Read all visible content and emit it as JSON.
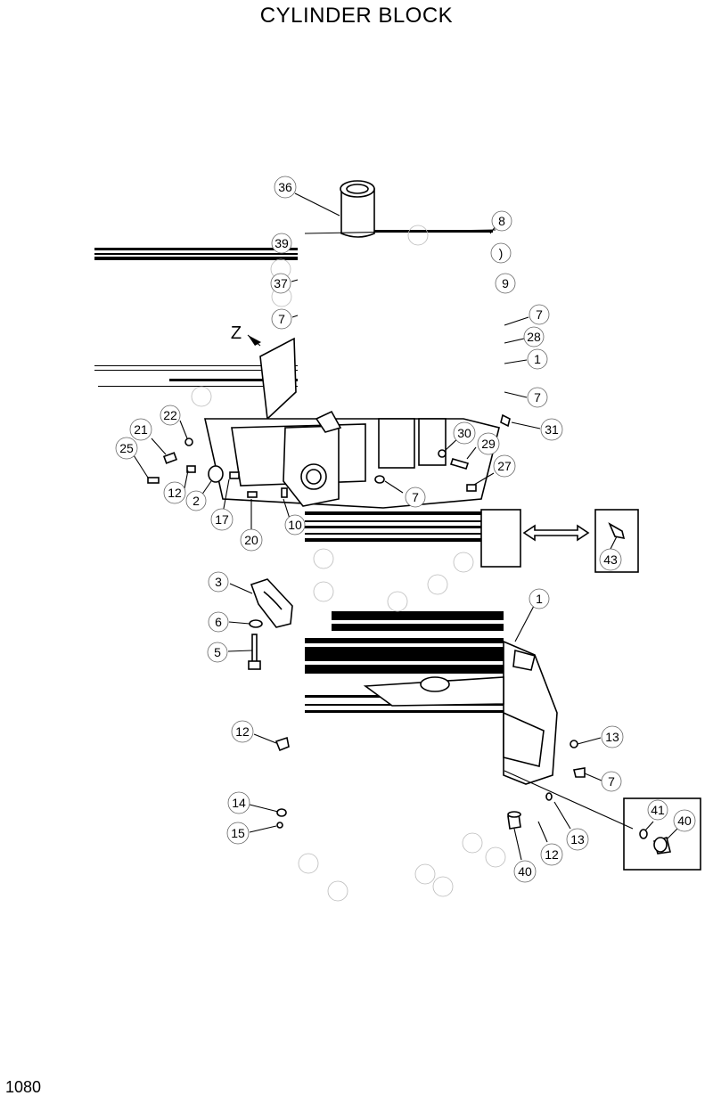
{
  "title": "CYLINDER BLOCK",
  "page_number": "1080",
  "view_marker": "Z",
  "callouts": [
    {
      "id": "c36",
      "label": "36"
    },
    {
      "id": "c8",
      "label": "8"
    },
    {
      "id": "c39",
      "label": "39"
    },
    {
      "id": "c1a",
      "label": ")"
    },
    {
      "id": "c37",
      "label": "37"
    },
    {
      "id": "c9",
      "label": "9"
    },
    {
      "id": "c7a",
      "label": "7"
    },
    {
      "id": "c7b",
      "label": "7"
    },
    {
      "id": "c28",
      "label": "28"
    },
    {
      "id": "c1b",
      "label": "1"
    },
    {
      "id": "c7c",
      "label": "7"
    },
    {
      "id": "c31",
      "label": "31"
    },
    {
      "id": "c22",
      "label": "22"
    },
    {
      "id": "c21",
      "label": "21"
    },
    {
      "id": "c30",
      "label": "30"
    },
    {
      "id": "c25",
      "label": "25"
    },
    {
      "id": "c29",
      "label": "29"
    },
    {
      "id": "c27",
      "label": "27"
    },
    {
      "id": "c12a",
      "label": "12"
    },
    {
      "id": "c2",
      "label": "2"
    },
    {
      "id": "c7d",
      "label": "7"
    },
    {
      "id": "c17",
      "label": "17"
    },
    {
      "id": "c10",
      "label": "10"
    },
    {
      "id": "c20",
      "label": "20"
    },
    {
      "id": "c43",
      "label": "43"
    },
    {
      "id": "c3",
      "label": "3"
    },
    {
      "id": "c1c",
      "label": "1"
    },
    {
      "id": "c6",
      "label": "6"
    },
    {
      "id": "c5",
      "label": "5"
    },
    {
      "id": "c12b",
      "label": "12"
    },
    {
      "id": "c13a",
      "label": "13"
    },
    {
      "id": "c7e",
      "label": "7"
    },
    {
      "id": "c14",
      "label": "14"
    },
    {
      "id": "c41",
      "label": "41"
    },
    {
      "id": "c40a",
      "label": "40"
    },
    {
      "id": "c15",
      "label": "15"
    },
    {
      "id": "c13b",
      "label": "13"
    },
    {
      "id": "c12c",
      "label": "12"
    },
    {
      "id": "c40b",
      "label": "40"
    }
  ]
}
